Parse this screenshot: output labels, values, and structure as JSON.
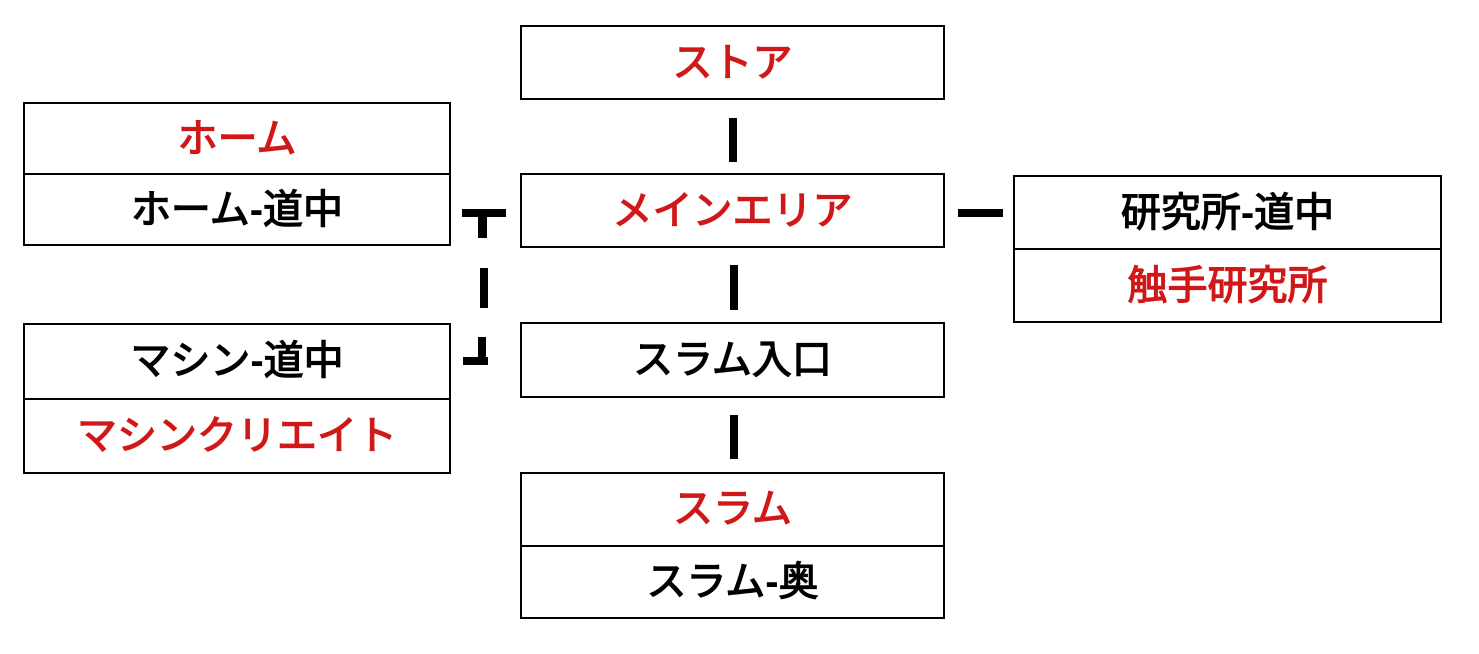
{
  "colors": {
    "accent_red": "#d01818",
    "text_black": "#000000",
    "line_black": "#000000",
    "background": "#ffffff"
  },
  "nodes": {
    "store": {
      "cells": [
        {
          "label": "ストア",
          "emphasis": "red"
        }
      ]
    },
    "home": {
      "cells": [
        {
          "label": "ホーム",
          "emphasis": "red"
        },
        {
          "label": "ホーム-道中",
          "emphasis": "black"
        }
      ]
    },
    "main_area": {
      "cells": [
        {
          "label": "メインエリア",
          "emphasis": "red"
        }
      ]
    },
    "laboratory": {
      "cells": [
        {
          "label": "研究所-道中",
          "emphasis": "black"
        },
        {
          "label": "触手研究所",
          "emphasis": "red"
        }
      ]
    },
    "machine": {
      "cells": [
        {
          "label": "マシン-道中",
          "emphasis": "black"
        },
        {
          "label": "マシンクリエイト",
          "emphasis": "red"
        }
      ]
    },
    "slum_entrance": {
      "cells": [
        {
          "label": "スラム入口",
          "emphasis": "black"
        }
      ]
    },
    "slum": {
      "cells": [
        {
          "label": "スラム",
          "emphasis": "red"
        },
        {
          "label": "スラム-奥",
          "emphasis": "black"
        }
      ]
    }
  },
  "connections": [
    {
      "from": "ストア",
      "to": "メインエリア",
      "shape": "vertical-line"
    },
    {
      "from": "ホーム-道中",
      "to": "メインエリア",
      "shape": "tee-with-branch-down"
    },
    {
      "from": "メインエリア",
      "to": "研究所-道中",
      "shape": "horizontal-line"
    },
    {
      "from": "メインエリア",
      "to": "スラム入口",
      "shape": "vertical-line"
    },
    {
      "from": "スラム入口",
      "to": "スラム",
      "shape": "vertical-line"
    },
    {
      "from": "junction",
      "to": "マシン-道中",
      "shape": "elbow-down-left"
    }
  ]
}
